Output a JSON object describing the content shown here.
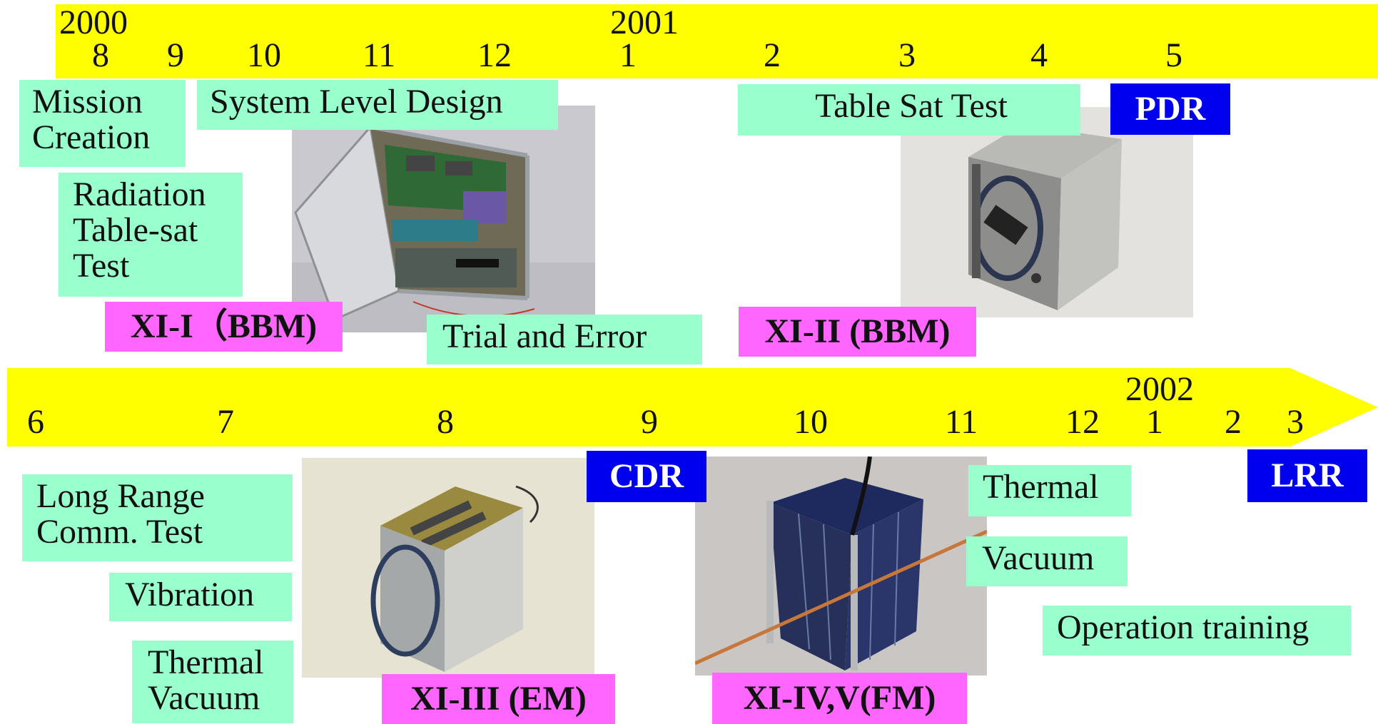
{
  "timeline_top": {
    "years": [
      "2000",
      "2001"
    ],
    "months": [
      "8",
      "9",
      "10",
      "11",
      "12",
      "1",
      "2",
      "3",
      "4",
      "5"
    ]
  },
  "timeline_bottom": {
    "years": [
      "2002"
    ],
    "months": [
      "6",
      "7",
      "8",
      "9",
      "10",
      "11",
      "12",
      "1",
      "2",
      "3"
    ]
  },
  "activities": {
    "mission_creation": "Mission\nCreation",
    "system_level_design": "System Level Design",
    "radiation_tablesat_test": "Radiation\nTable-sat\nTest",
    "trial_and_error": "Trial and Error",
    "table_sat_test": "Table Sat Test",
    "long_range_comm_test": "Long Range\nComm. Test",
    "vibration": "Vibration",
    "thermal_vacuum": "Thermal\nVacuum",
    "thermal": "Thermal",
    "vacuum": "Vacuum",
    "operation_training": "Operation training"
  },
  "models": {
    "xi1": "XI-I（BBM)",
    "xi2": "XI-II (BBM)",
    "xi3": "XI-III (EM)",
    "xi45": "XI-IV,V(FM)"
  },
  "reviews": {
    "pdr": "PDR",
    "cdr": "CDR",
    "lrr": "LRR"
  },
  "colors": {
    "timeline_band": "#ffff00",
    "activity_box": "#99ffcc",
    "model_tag": "#ff66ff",
    "review_tag": "#0000ee"
  }
}
